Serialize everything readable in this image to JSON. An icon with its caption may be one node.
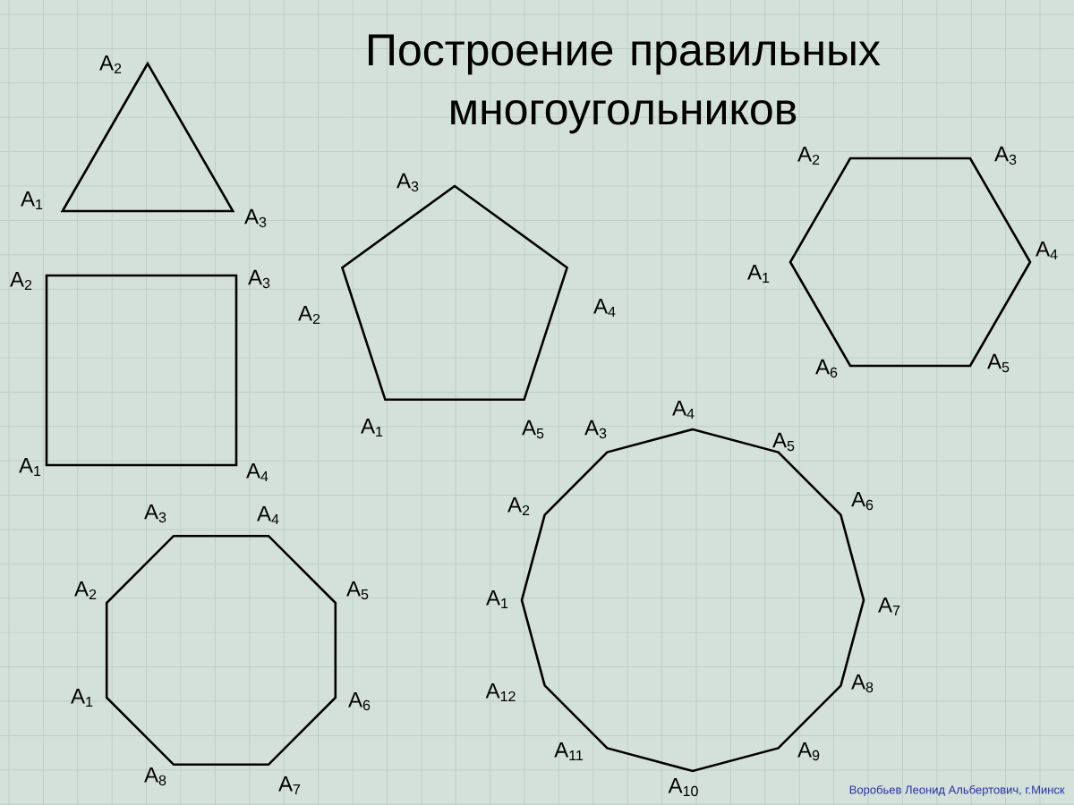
{
  "diagram": {
    "title": "Построение правильных многоугольников",
    "nodes": [
      {
        "text": [],
        "shape": "triangle"
      },
      {
        "text": [],
        "shape": "square"
      },
      {
        "text": [],
        "shape": "pentagon"
      },
      {
        "text": [],
        "shape": "hexagon"
      },
      {
        "text": [],
        "shape": "octagon"
      },
      {
        "text": [],
        "shape": "dodecagon"
      }
    ],
    "labels": [
      "A$_{2}$",
      "A$_{1}$",
      "A$_{3}$",
      "A$_{2}$",
      "A$_{3}$",
      "A$_{1}$",
      "A$_{4}$",
      "A$_{3}$",
      "A$_{2}$",
      "A$_{4}$",
      "A$_{1}$",
      "A$_{5}$",
      "A$_{2}$",
      "A$_{3}$",
      "A$_{1}$",
      "A$_{4}$",
      "A$_{6}$",
      "A$_{5}$",
      "A$_{3}$",
      "A$_{4}$",
      "A$_{2}$",
      "A$_{5}$",
      "A$_{1}$",
      "A$_{6}$",
      "A$_{8}$",
      "A$_{7}$",
      "A$_{4}$",
      "A$_{3}$",
      "A$_{5}$",
      "A$_{2}$",
      "A$_{6}$",
      "A$_{1}$",
      "A$_{7}$",
      "A$_{12}$",
      "A$_{8}$",
      "A$_{11}$",
      "A$_{9}$",
      "A$_{10}$",
      "Воробьев Леонид Альбертович, г.Минск"
    ]
  }
}
